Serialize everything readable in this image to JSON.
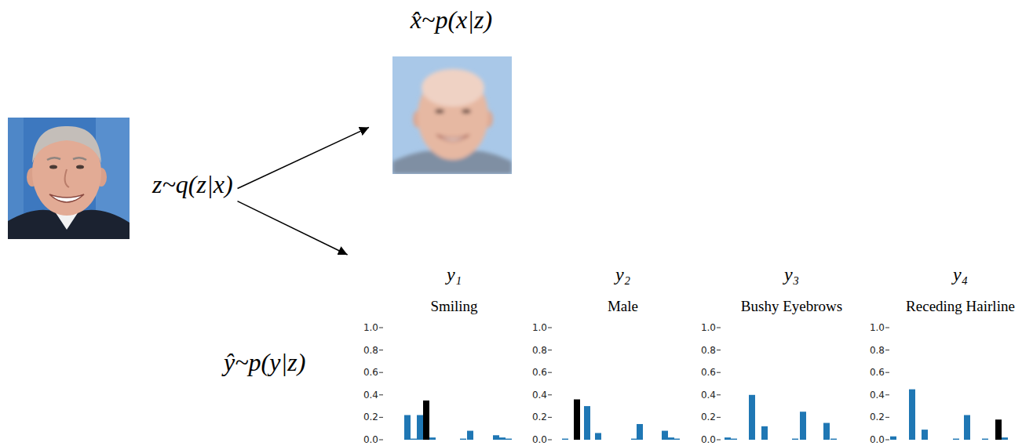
{
  "diagram": {
    "nodes": [
      {
        "text": [
          "z~q(z|x)"
        ]
      },
      {
        "text": [
          "x̂~p(x|z)"
        ]
      },
      {
        "text": [
          "ŷ~p(y|z)"
        ]
      },
      {
        "text": [
          "y₁",
          "Smiling"
        ],
        "in": 2
      },
      {
        "text": [
          "y₂",
          "Male"
        ],
        "in": 2
      },
      {
        "text": [
          "y₃",
          "Bushy Eyebrows"
        ],
        "in": 2
      },
      {
        "text": [
          "y₄",
          "Receding Hairline"
        ],
        "in": 2
      }
    ],
    "edges": [
      {
        "from": 0,
        "to": 1,
        "arrow": "to"
      },
      {
        "from": 0,
        "to": 2,
        "arrow": "to"
      }
    ],
    "labels": [
      "1.0",
      "0.8",
      "0.6",
      "0.4",
      "0.2",
      "0.0",
      "1.0",
      "0.8",
      "0.6",
      "0.4",
      "0.2",
      "0.0",
      "1.0",
      "0.8",
      "0.6",
      "0.4",
      "0.2",
      "0.0",
      "1.0",
      "0.8",
      "0.6",
      "0.4",
      "0.2",
      "0.0"
    ]
  }
}
